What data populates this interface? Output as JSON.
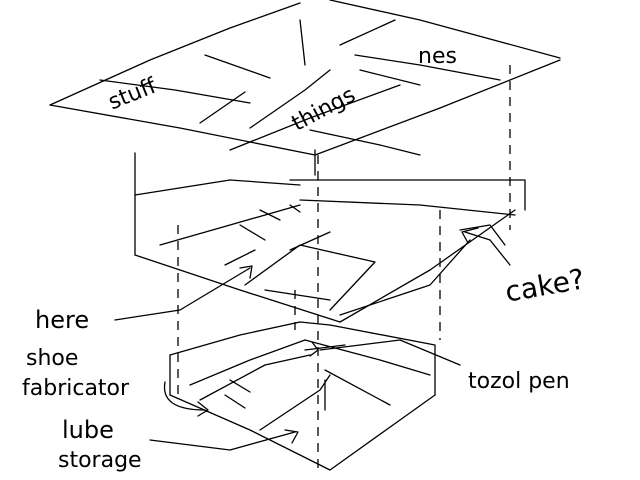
{
  "labels": {
    "stuff": "stuff",
    "things": "things",
    "nes": "nes",
    "cake": "cake?",
    "here": "here",
    "shoe_fabricator_line1": "shoe",
    "shoe_fabricator_line2": "fabricator",
    "lube_storage_line1": "lube",
    "lube_storage_line2": "storage",
    "tozol_pen": "tozol pen"
  }
}
